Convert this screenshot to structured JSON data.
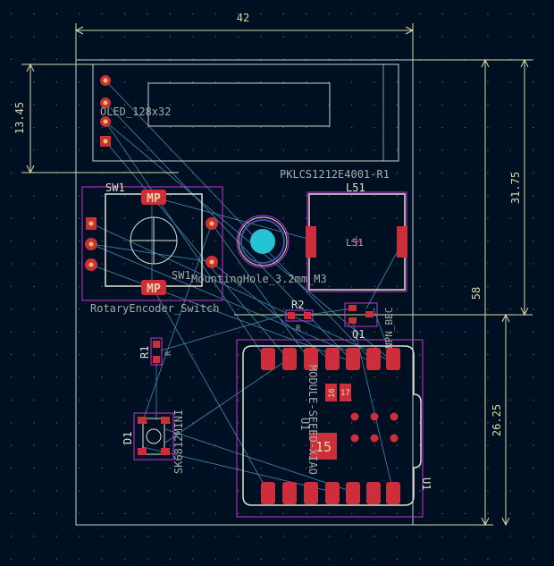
{
  "dimensions": {
    "width": "42",
    "height": "58",
    "oled_height": "13.45",
    "upper_height": "31.75",
    "lower_height": "26.25"
  },
  "components": {
    "oled": {
      "value": "OLED_128x32"
    },
    "sw1": {
      "ref": "SW1",
      "ref_alt": "SW1",
      "value": "RotaryEncoder_Switch",
      "pad_label": "MP"
    },
    "mounting_hole": {
      "value": "MountingHole_3.2mm_M3"
    },
    "l51": {
      "ref": "L51",
      "ref_alt": "L51",
      "value": "PKLCS1212E4001-R1"
    },
    "r2": {
      "ref": "R2",
      "pad_label": "R"
    },
    "q1": {
      "ref": "Q1",
      "value": "NPN_BEC"
    },
    "r1": {
      "ref": "R1",
      "pad_label": "R"
    },
    "d1": {
      "ref": "D1",
      "value": "SK6812MINI"
    },
    "u1": {
      "ref": "U1",
      "ref_alt": "U1",
      "value": "MODULE-SEEED-XIAO"
    },
    "xiao_pad_center": "15",
    "xiao_pad_small": [
      "16",
      "17"
    ]
  },
  "colors": {
    "background": "#001023",
    "dimension": "#d8d8a0",
    "edge": "#cccccc",
    "courtyard": "#cc33cc",
    "silkscreen": "#e0e0d0",
    "pad": "#cc2e3c",
    "ratsnest": "#4a9fc8",
    "grid": "#5a6a80",
    "hole": "#24c4d4"
  }
}
